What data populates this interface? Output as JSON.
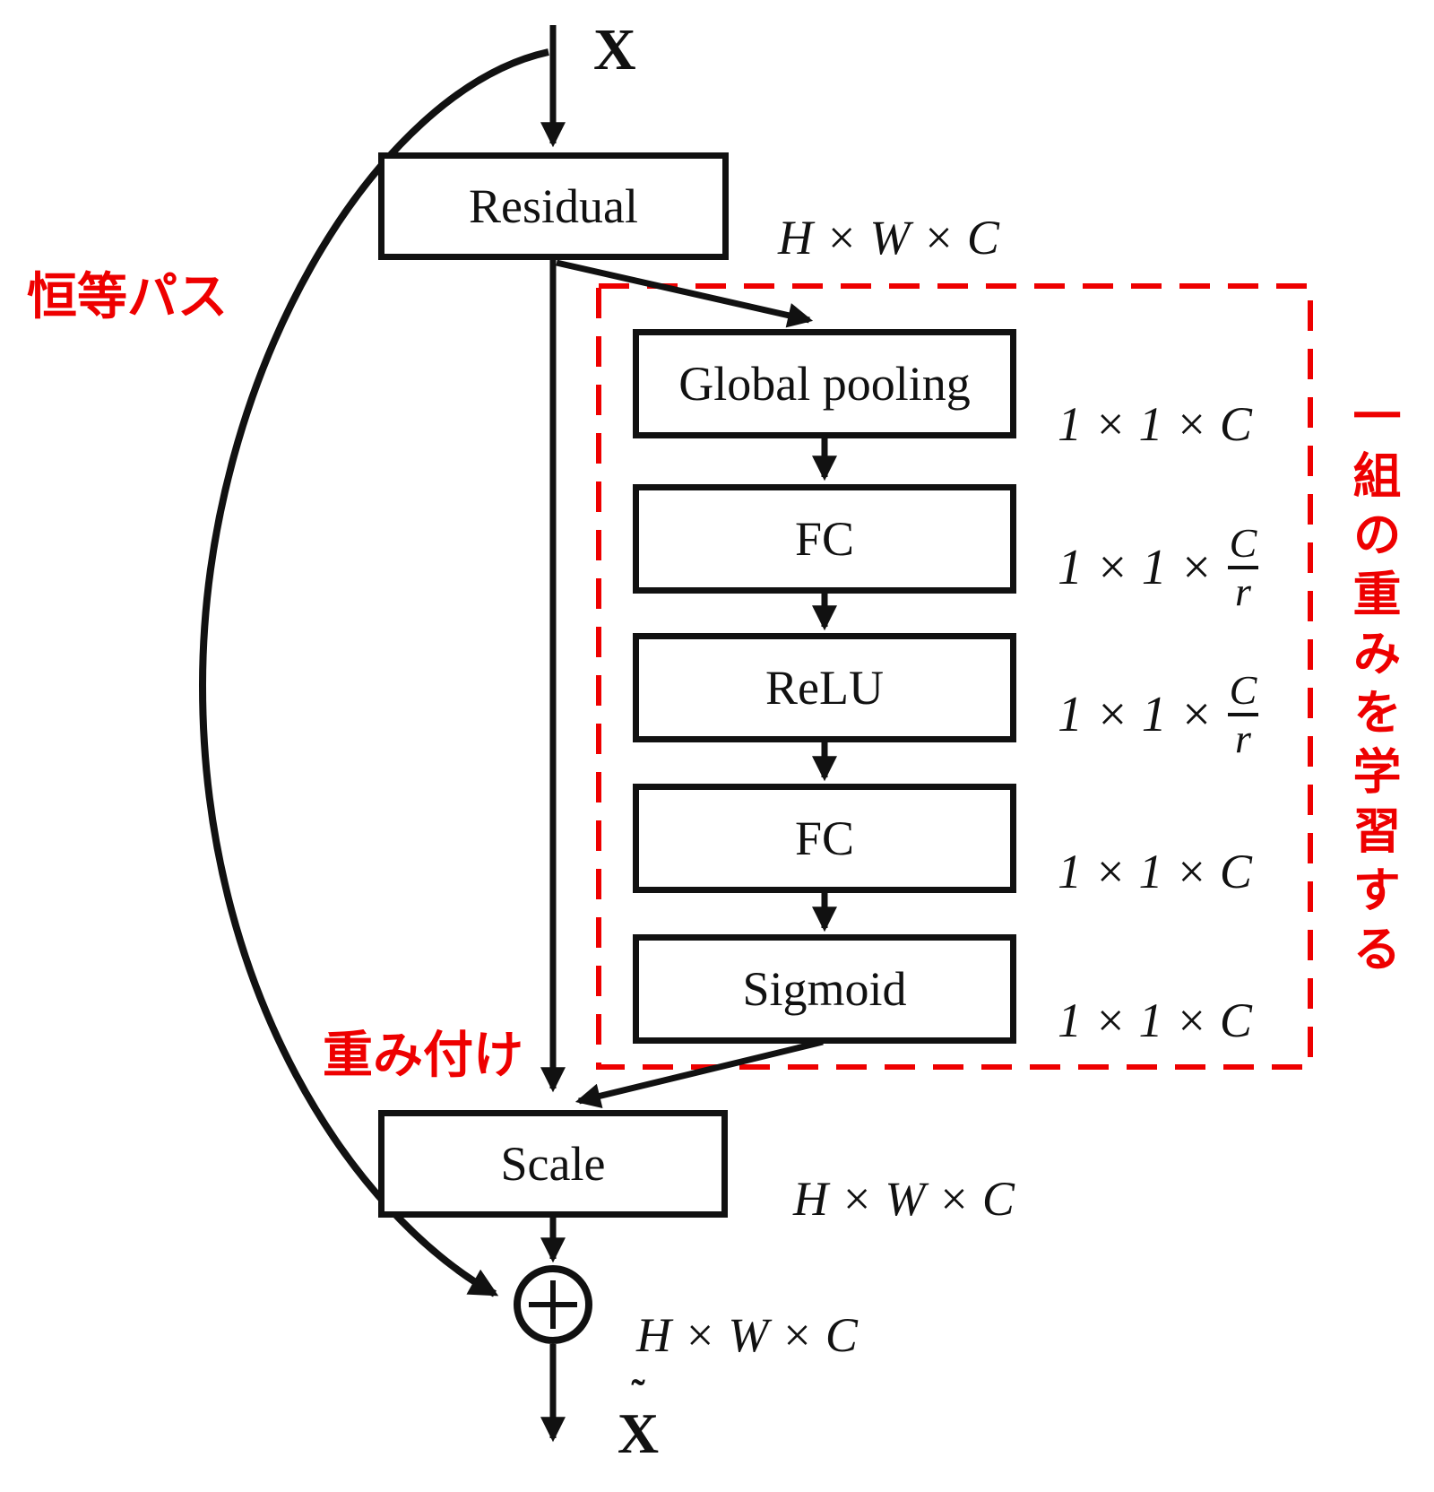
{
  "colors": {
    "annotation_red": "#ee0000",
    "line_black": "#111111",
    "background": "#ffffff"
  },
  "input": {
    "label": "X"
  },
  "residual": {
    "label": "Residual",
    "dim": "H × W × C"
  },
  "se_block": {
    "layers": [
      {
        "label": "Global pooling"
      },
      {
        "label": "FC"
      },
      {
        "label": "ReLU"
      },
      {
        "label": "FC"
      },
      {
        "label": "Sigmoid"
      }
    ],
    "dims": [
      {
        "text": "1 × 1 × C"
      },
      {
        "prefix": "1 × 1 ×",
        "numerator": "C",
        "denominator": "r"
      },
      {
        "prefix": "1 × 1 ×",
        "numerator": "C",
        "denominator": "r"
      },
      {
        "text": "1 × 1 × C"
      },
      {
        "text": "1 × 1 × C"
      }
    ]
  },
  "scale": {
    "label": "Scale",
    "dim": "H × W × C"
  },
  "sum": {
    "dim": "H × W × C"
  },
  "output": {
    "tilde": "˜",
    "base": "X"
  },
  "annotations": {
    "identity_path": "恒等パス",
    "weighting": "重み付け",
    "learn_weights": "一組の重みを学習する"
  }
}
